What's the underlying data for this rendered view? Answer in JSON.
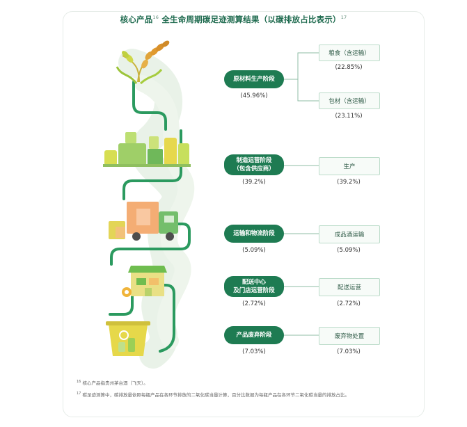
{
  "title": {
    "prefix": "核心产品",
    "ref1": "16",
    "main": "全生命周期碳足迹测算结果（以碳排放占比表示）",
    "ref2": "17"
  },
  "stages": [
    {
      "label": "原材料生产阶段",
      "percent": "(45.96%)"
    },
    {
      "label_line1": "制造运营阶段",
      "label_line2": "（包含供应商）",
      "percent": "(39.2%)"
    },
    {
      "label": "运输和物流阶段",
      "percent": "(5.09%)"
    },
    {
      "label_line1": "配送中心",
      "label_line2": "及门店运营阶段",
      "percent": "(2.72%)"
    },
    {
      "label": "产品废弃阶段",
      "percent": "(7.03%)"
    }
  ],
  "substages": [
    {
      "label": "粮食（含运输）",
      "percent": "(22.85%)"
    },
    {
      "label": "包材（含运输）",
      "percent": "(23.11%)"
    },
    {
      "label": "生产",
      "percent": "(39.2%)"
    },
    {
      "label": "成品酒运输",
      "percent": "(5.09%)"
    },
    {
      "label": "配送运营",
      "percent": "(2.72%)"
    },
    {
      "label": "废弃物处置",
      "percent": "(7.03%)"
    }
  ],
  "footnotes": [
    {
      "ref": "16",
      "text": "核心产品指贵州茅台酒（飞天）。"
    },
    {
      "ref": "17",
      "text": "碳足迹测算中，碳排放量依照每瓶产品在各环节排放的二氧化碳当量计算，百分比数据为每瓶产品在各环节二氧化碳当量的排放占比。"
    }
  ],
  "colors": {
    "accent": "#1e7b52",
    "light_green": "#cfe6c4",
    "box_border": "#bcdcca",
    "yellow": "#e8d84a"
  },
  "icons": [
    "wheat-icon",
    "factory-icon",
    "truck-icon",
    "store-icon",
    "recycle-bin-icon"
  ]
}
